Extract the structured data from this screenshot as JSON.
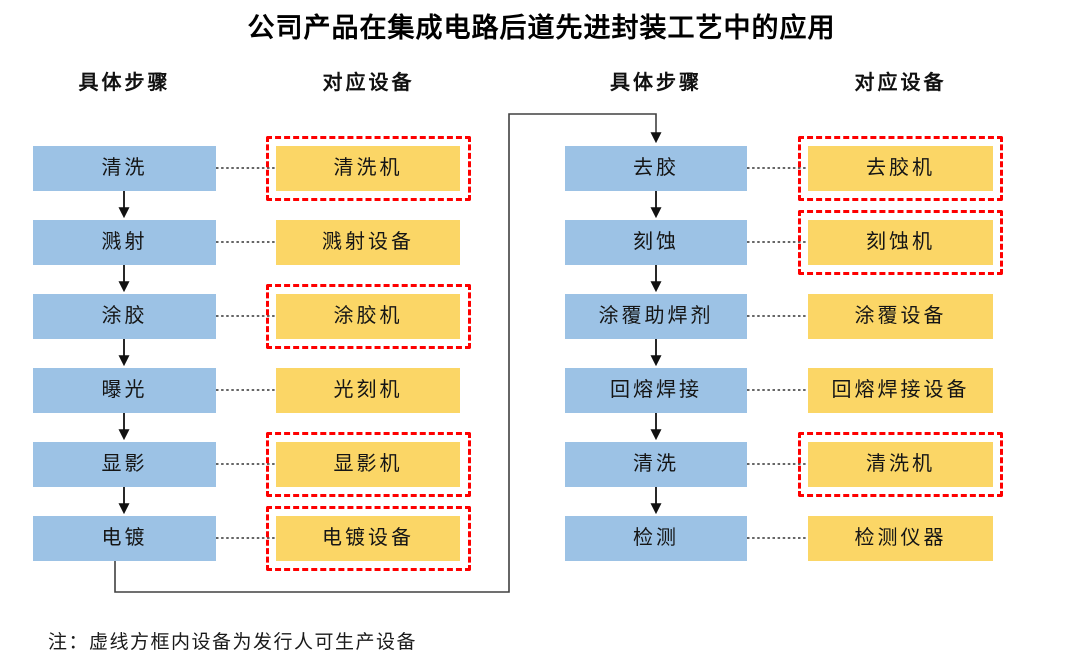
{
  "title": "公司产品在集成电路后道先进封装工艺中的应用",
  "note": "注：虚线方框内设备为发行人可生产设备",
  "colors": {
    "step_box_fill": "#9CC2E5",
    "equipment_box_fill": "#FBD666",
    "producible_highlight_border": "#FE0000"
  },
  "columns": [
    {
      "step_header": "具体步骤",
      "equipment_header": "对应设备",
      "rows": [
        {
          "step": "清洗",
          "equipment": "清洗机",
          "producible": true
        },
        {
          "step": "溅射",
          "equipment": "溅射设备",
          "producible": false
        },
        {
          "step": "涂胶",
          "equipment": "涂胶机",
          "producible": true
        },
        {
          "step": "曝光",
          "equipment": "光刻机",
          "producible": false
        },
        {
          "step": "显影",
          "equipment": "显影机",
          "producible": true
        },
        {
          "step": "电镀",
          "equipment": "电镀设备",
          "producible": true
        }
      ]
    },
    {
      "step_header": "具体步骤",
      "equipment_header": "对应设备",
      "rows": [
        {
          "step": "去胶",
          "equipment": "去胶机",
          "producible": true
        },
        {
          "step": "刻蚀",
          "equipment": "刻蚀机",
          "producible": true
        },
        {
          "step": "涂覆助焊剂",
          "equipment": "涂覆设备",
          "producible": false
        },
        {
          "step": "回熔焊接",
          "equipment": "回熔焊接设备",
          "producible": false
        },
        {
          "step": "清洗",
          "equipment": "清洗机",
          "producible": true
        },
        {
          "step": "检测",
          "equipment": "检测仪器",
          "producible": false
        }
      ]
    }
  ]
}
